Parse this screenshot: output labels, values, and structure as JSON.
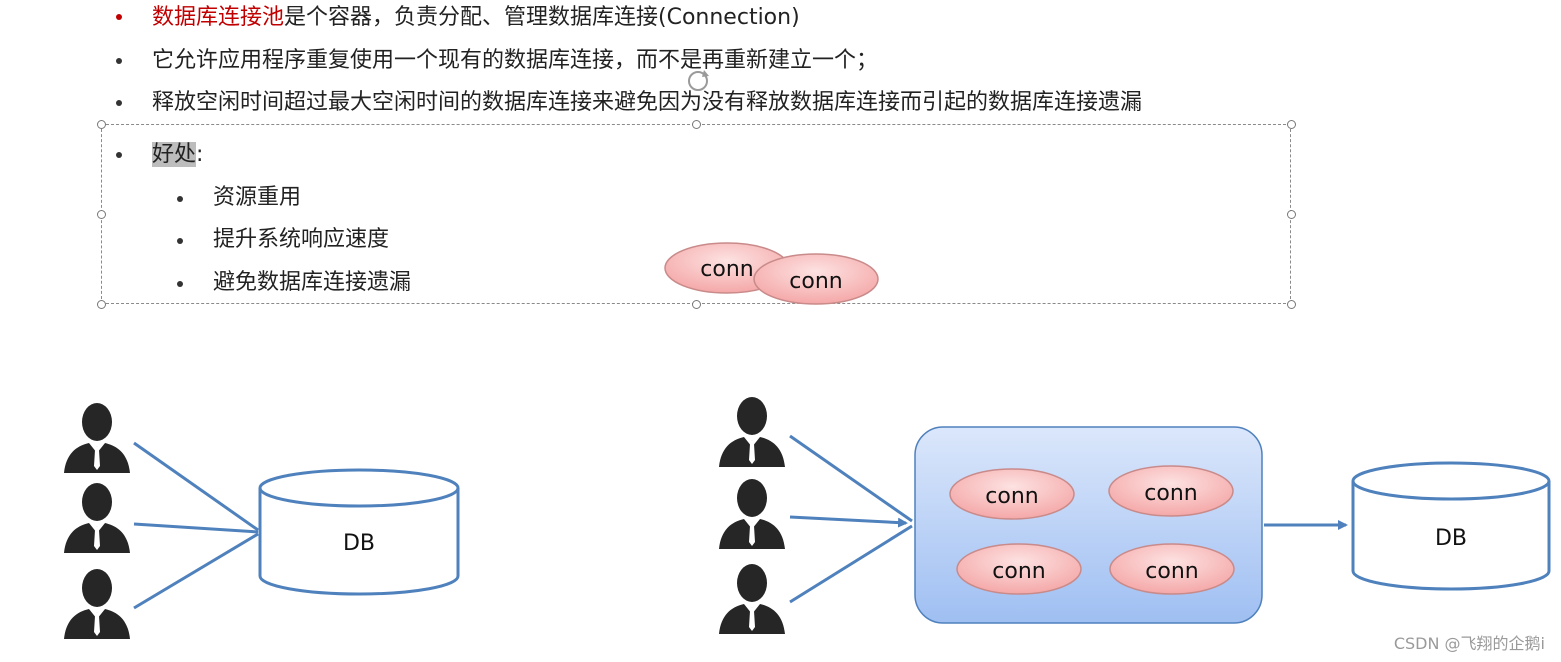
{
  "slide": {
    "bullets": {
      "b1_highlight": "数据库连接池",
      "b1_rest": "是个容器，负责分配、管理数据库连接(Connection)",
      "b2": "它允许应用程序重复使用一个现有的数据库连接，而不是再重新建立一个；",
      "b3": "释放空闲时间超过最大空闲时间的数据库连接来避免因为没有释放数据库连接而引起的数据库连接遗漏",
      "b4_label": "好处",
      "b4_colon": ":"
    },
    "sub_bullets": [
      "资源重用",
      "提升系统响应速度",
      "避免数据库连接遗漏"
    ]
  },
  "diagram": {
    "floating_conns": [
      "conn",
      "conn"
    ],
    "left_db_label": "DB",
    "pool_conns": [
      "conn",
      "conn",
      "conn",
      "conn"
    ],
    "right_db_label": "DB"
  },
  "colors": {
    "accent_red": "#c00000",
    "arrow_blue": "#4f81bd",
    "pool_top": "#dbe7fb",
    "pool_bottom": "#9fbff2",
    "conn_fill_top": "#fde2e2",
    "conn_fill_bottom": "#f4a3a3",
    "conn_stroke": "#c98a8a"
  },
  "watermark": "CSDN @飞翔的企鹅i"
}
